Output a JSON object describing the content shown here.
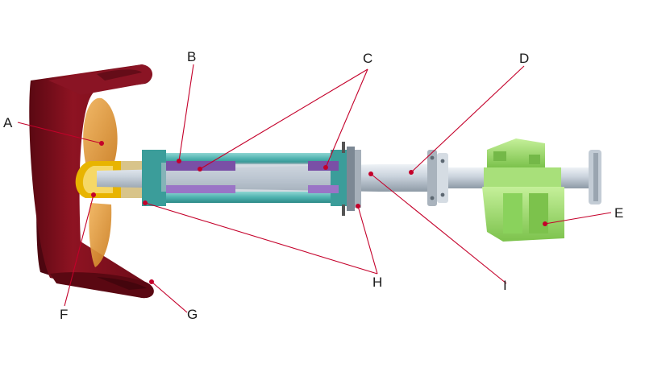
{
  "diagram": {
    "labels": {
      "A": "A",
      "B": "B",
      "C": "C",
      "D": "D",
      "E": "E",
      "F": "F",
      "G": "G",
      "H": "H",
      "I": "I"
    },
    "colors": {
      "nozzle": "#7a0e1a",
      "nozzle_dark": "#4d0610",
      "propeller": "#e0952f",
      "shaft": "#c9d2dc",
      "shaft_dark": "#8e9aa6",
      "tube": "#4fb3b0",
      "bearing": "#7a4fa6",
      "hub_cap": "#e8b400",
      "gearbox": "#9bd86a",
      "leader": "#c4002a"
    }
  }
}
